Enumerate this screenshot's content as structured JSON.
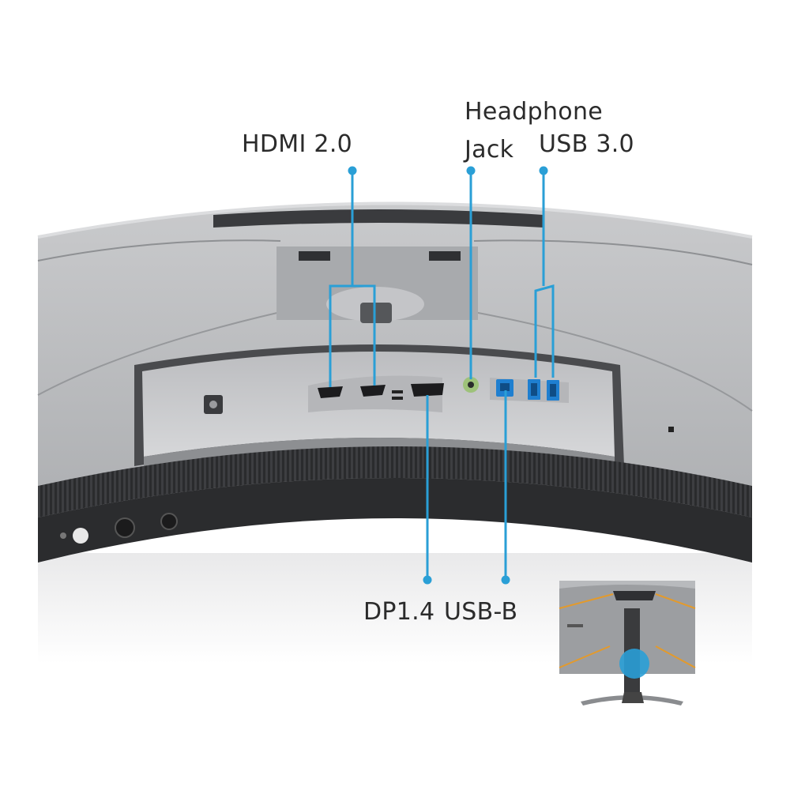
{
  "labels": {
    "hdmi": "HDMI 2.0",
    "headphone_line1": "Headphone",
    "headphone_line2": "Jack",
    "usb3": "USB 3.0",
    "dp": "DP1.4",
    "usbb": "USB-B"
  },
  "colors": {
    "callout": "#2a9fd6",
    "monitor_shell": "#b9bbbe",
    "monitor_bezel": "#2b2c2e",
    "port_panel": "#cfd0d2",
    "usb3_port": "#1f7fd0",
    "headphone_port": "#9ec27a",
    "accent_light": "#e39a2c"
  },
  "icons": {
    "inset": "monitor-rear-thumbnail",
    "ports": [
      "dc-power-port-icon",
      "hdmi-port-icon",
      "hdmi-port-icon",
      "displayport-icon",
      "headphone-jack-icon",
      "usb-b-port-icon",
      "usb-a-port-icon",
      "usb-a-port-icon",
      "kensington-lock-icon"
    ]
  }
}
